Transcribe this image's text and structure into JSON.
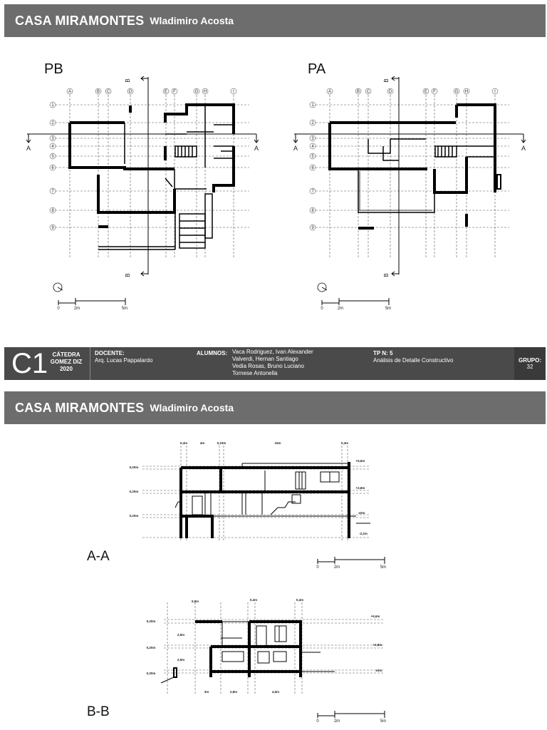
{
  "header": {
    "title": "CASA MIRAMONTES",
    "author": "Wladimiro Acosta"
  },
  "plans": {
    "pb_label": "PB",
    "pa_label": "PA",
    "axis_letters": [
      "A",
      "B",
      "C",
      "D",
      "E",
      "F",
      "G",
      "H",
      "I"
    ],
    "axis_numbers": [
      "1",
      "2",
      "3",
      "4",
      "5",
      "6",
      "7",
      "8",
      "9"
    ],
    "cut_a": "A",
    "cut_b": "B",
    "scale": {
      "zero": "0",
      "two": "2m",
      "five": "5m"
    }
  },
  "title_block": {
    "course_code": "C1",
    "catedra_line1": "CÁTEDRA",
    "catedra_line2": "GOMEZ DIZ",
    "year": "2020",
    "docente_label": "DOCENTE:",
    "docente_name": "Arq. Lucas Pappalardo",
    "alumnos_label": "ALUMNOS:",
    "alumnos": [
      "Vaca Rodriguez, Ivan Alexander",
      "Valverdi, Hernan Santiago",
      "Vedia Rosas, Bruno Luciano",
      "Tornese Antonella"
    ],
    "tp_label": "TP N: 5",
    "tp_name": "Análisis de Detalle Constructivo",
    "grupo_label": "GRUPO:",
    "grupo_num": "32"
  },
  "sections": {
    "aa_label": "A-A",
    "bb_label": "B-B",
    "aa_dims": {
      "top": [
        "0,4m",
        "4m",
        "0,15m",
        "15m",
        "0,4m"
      ],
      "left": [
        "0,20m",
        "0,20m",
        "0,20m"
      ],
      "levels": [
        "+5,6m",
        "+2,8m",
        "±0m",
        "-2,2m"
      ]
    },
    "bb_dims": {
      "top": [
        "0,9m",
        "0,4m",
        "0,4m"
      ],
      "left": [
        "0,20m",
        "0,20m",
        "0,20m"
      ],
      "mid": [
        "2,9m",
        "2,9m"
      ],
      "bottom": [
        "3m",
        "2,8m",
        "4,5m"
      ],
      "levels": [
        "+5,6m",
        "+2,8m",
        "±0m"
      ]
    },
    "scale": {
      "zero": "0",
      "two": "2m",
      "five": "5m"
    }
  }
}
